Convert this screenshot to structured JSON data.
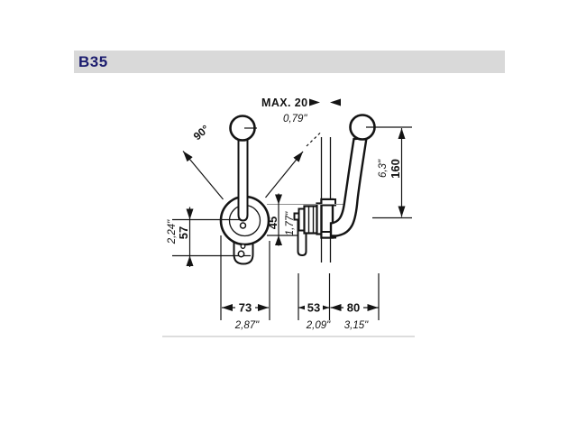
{
  "header": {
    "product_code": "B35",
    "bar_color": "#d9d9d9",
    "text_color": "#1b1c6e"
  },
  "drawing": {
    "ink_color": "#141414",
    "dimensions": {
      "panel_thickness_max": {
        "mm": "MAX. 20",
        "inch": "0,79\""
      },
      "lever_swing_angle": "90°",
      "lever_height": {
        "mm": "160",
        "inch": "6,3\""
      },
      "housing_depth": {
        "mm": "45",
        "inch": "1,77\""
      },
      "pivot_to_lug": {
        "mm": "57",
        "inch": "2,24\""
      },
      "bezel_width": {
        "mm": "73",
        "inch": "2,87\""
      },
      "behind_panel_depth": {
        "mm": "53",
        "inch": "2,09\""
      },
      "handle_protrusion": {
        "mm": "80",
        "inch": "3,15\""
      }
    }
  }
}
